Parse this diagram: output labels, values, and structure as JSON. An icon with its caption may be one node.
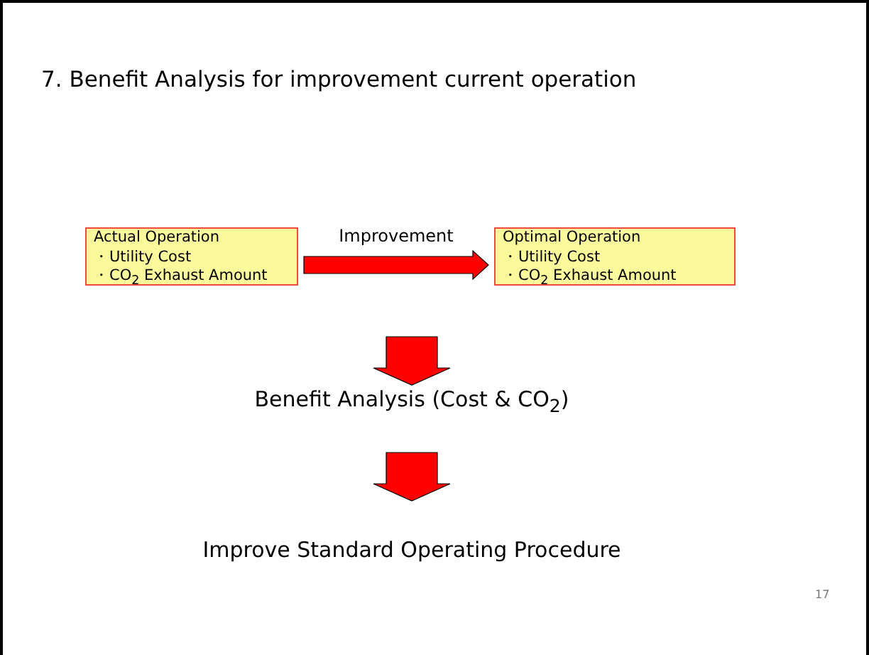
{
  "diagram": {
    "title": "7. Benefit Analysis for improvement current operation",
    "nodes": [
      {
        "text": [
          "Actual  Operation",
          "・Utility Cost",
          "・CO$_{2}$ Exhaust Amount"
        ]
      },
      {
        "text": [
          "Optimal  Operation",
          "・Utility Cost",
          "・CO$_{2}$ Exhaust Amount"
        ]
      },
      {
        "text": [
          "Benefit Analysis (Cost & CO$_{2}$)"
        ]
      },
      {
        "text": [
          "Improve Standard Operating Procedure"
        ]
      }
    ],
    "edges": [
      {
        "from": 0,
        "to": 1,
        "arrow": "to",
        "label": "Improvement"
      },
      {
        "from": null,
        "to": 2,
        "arrow": "to"
      },
      {
        "from": 2,
        "to": 3,
        "arrow": "to"
      }
    ],
    "labels": [
      "17"
    ]
  }
}
